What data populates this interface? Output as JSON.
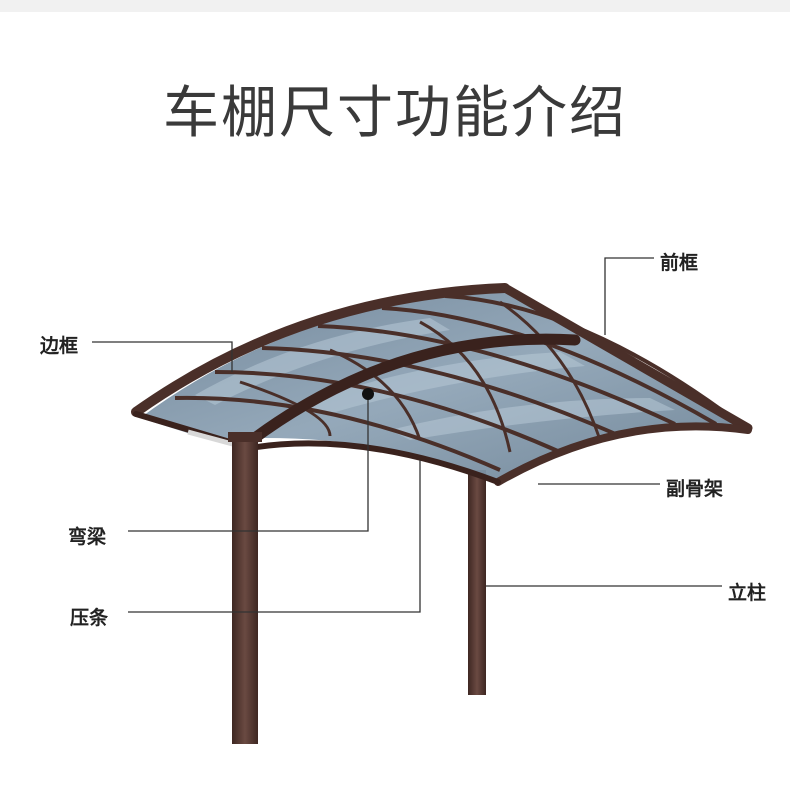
{
  "title": "车棚尺寸功能介绍",
  "labels": [
    "边框",
    "前框",
    "副骨架",
    "弯梁",
    "立柱",
    "压条"
  ],
  "colors": {
    "frame": "#4a2f29",
    "frame_dark": "#3a221d",
    "post": "#5b3f38",
    "panel": "#7f95a8",
    "panel_light": "#a9bccb",
    "leader": "#333333",
    "title": "#3a3a3a"
  }
}
